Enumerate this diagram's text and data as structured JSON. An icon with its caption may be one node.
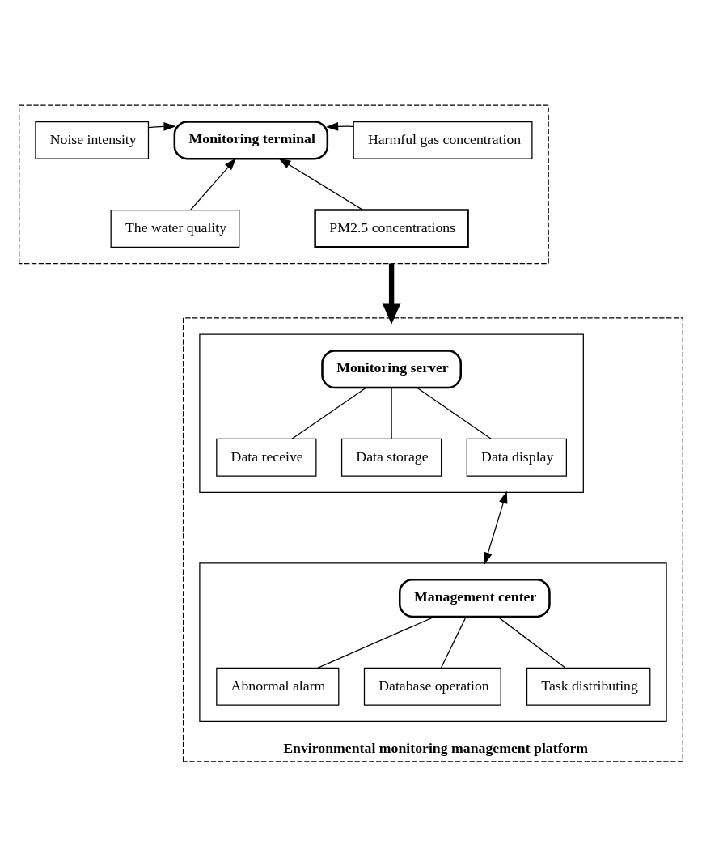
{
  "diagram": {
    "nodes": [
      {
        "text": [],
        "shape": "box"
      },
      {
        "text": [
          "Noise intensity"
        ],
        "in": 0
      },
      {
        "text": [
          "The water quality"
        ],
        "in": 0
      },
      {
        "text": [
          "Monitoring terminal"
        ],
        "in": 0
      },
      {
        "text": [
          "Harmful gas concentration"
        ],
        "in": 0
      },
      {
        "text": [
          "PM2.5 concentrations"
        ],
        "in": 0
      },
      {
        "text": [
          "Environmental monitoring management platform"
        ]
      },
      {
        "text": [],
        "shape": "box",
        "in": 6
      },
      {
        "text": [
          "Monitoring server"
        ],
        "in": 7
      },
      {
        "text": [
          "Data receive"
        ],
        "in": 7
      },
      {
        "text": [
          "Data storage"
        ],
        "in": 7
      },
      {
        "text": [
          "Data display"
        ],
        "in": 7
      },
      {
        "text": [],
        "shape": "box",
        "in": 6
      },
      {
        "text": [
          "Management center"
        ],
        "in": 12
      },
      {
        "text": [
          "Abnormal alarm"
        ],
        "in": 12
      },
      {
        "text": [
          "Database operation"
        ],
        "in": 12
      },
      {
        "text": [
          "Task distributing"
        ],
        "in": 12
      }
    ],
    "edges": [
      {
        "from": 1,
        "to": 3,
        "arrow": "to"
      },
      {
        "from": 2,
        "to": 3,
        "arrow": "to"
      },
      {
        "from": 4,
        "to": 3,
        "arrow": "to"
      },
      {
        "from": 5,
        "to": 3,
        "arrow": "to"
      },
      {
        "from": 0,
        "to": 6,
        "arrow": "to",
        "style": "thick"
      },
      {
        "from": 8,
        "to": 9,
        "arrow": "none"
      },
      {
        "from": 8,
        "to": 10,
        "arrow": "none"
      },
      {
        "from": 8,
        "to": 11,
        "arrow": "none"
      },
      {
        "from": 7,
        "to": 12,
        "arrow": "both"
      },
      {
        "from": 13,
        "to": 14,
        "arrow": "none"
      },
      {
        "from": 13,
        "to": 15,
        "arrow": "none"
      },
      {
        "from": 13,
        "to": 16,
        "arrow": "none"
      }
    ]
  }
}
